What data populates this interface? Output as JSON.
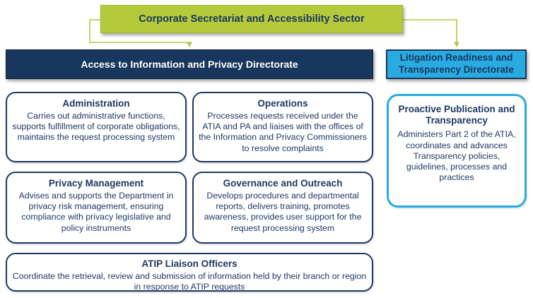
{
  "sector": {
    "label": "Corporate Secretariat and Accessibility Sector"
  },
  "left_directorate": {
    "label": "Access to Information and Privacy Directorate"
  },
  "right_directorate": {
    "label": "Litigation Readiness and Transparency Directorate"
  },
  "boxes": {
    "administration": {
      "title": "Administration",
      "body": "Carries out administrative functions, supports fulfillment of corporate obligations, maintains the request processing system"
    },
    "operations": {
      "title": "Operations",
      "body": "Processes requests received under the ATIA and PA and liaises with the offices of the Information and Privacy Commissioners to resolve complaints"
    },
    "privacy_management": {
      "title": "Privacy Management",
      "body": "Advises and supports the Department in privacy risk management, ensuring compliance with privacy legislative and policy instruments"
    },
    "governance_outreach": {
      "title": "Governance and Outreach",
      "body": "Develops procedures and departmental reports, delivers training, promotes awareness, provides user support for the request processing system"
    },
    "atip_liaison": {
      "title": "ATIP Liaison Officers",
      "body": "Coordinate the retrieval, review and submission of information held by their branch or region in response to ATIP requests"
    },
    "proactive_publication": {
      "title": "Proactive Publication and Transparency",
      "body": "Administers Part 2 of the ATIA, coordinates and advances Transparency policies, guidelines, processes and practices"
    }
  },
  "colors": {
    "sector_green": "#b5ca3b",
    "directorate_navy": "#17375e",
    "directorate_cyan": "#29abe2",
    "box_border_navy": "#1f3864",
    "connector_green": "#b2c93f",
    "text_navy": "#1f3864",
    "header_text_white": "#ffffff"
  }
}
